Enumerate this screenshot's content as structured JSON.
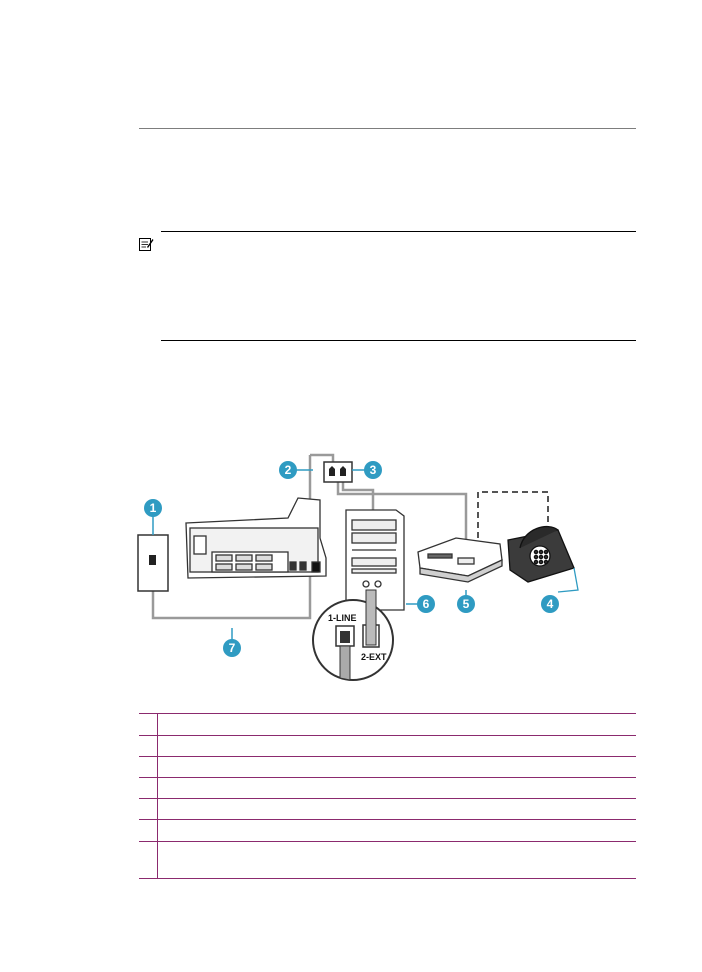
{
  "diagram": {
    "callouts": [
      "1",
      "2",
      "3",
      "4",
      "5",
      "6",
      "7"
    ],
    "port_labels": {
      "line": "1-LINE",
      "ext": "2-EXT"
    },
    "callout_color": "#2f9bc2",
    "cable_color": "#9a9a9a"
  },
  "legend": {
    "border_color": "#8b2a6e",
    "rows": [
      {
        "num": "",
        "text": ""
      },
      {
        "num": "",
        "text": ""
      },
      {
        "num": "",
        "text": ""
      },
      {
        "num": "",
        "text": ""
      },
      {
        "num": "",
        "text": ""
      },
      {
        "num": "",
        "text": ""
      },
      {
        "num": "",
        "text": ""
      }
    ]
  }
}
